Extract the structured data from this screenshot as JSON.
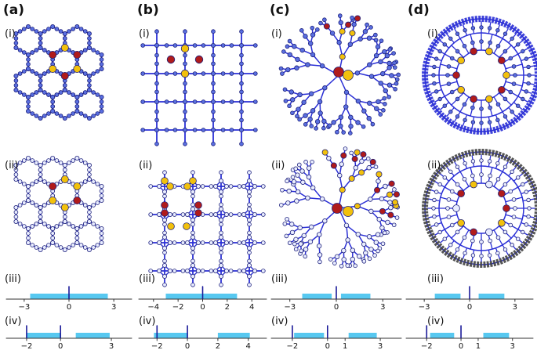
{
  "columns": [
    {
      "label": "(a)",
      "sub": [
        "(i)",
        "(ii)",
        "(iii)",
        "(iv)"
      ],
      "axis3": {
        "ticks": [
          "−3",
          "0",
          "3"
        ],
        "tick_values": [
          -3,
          0,
          3
        ],
        "bands": [
          [
            -2.6,
            2.6
          ]
        ],
        "marker": 0
      },
      "axis4": {
        "ticks": [
          "−2",
          "0",
          "3"
        ],
        "tick_values": [
          -2,
          0,
          3
        ],
        "bands": [
          [
            -2.0,
            0.0
          ],
          [
            0.9,
            2.9
          ]
        ],
        "marker": 0,
        "marker2": -2
      }
    },
    {
      "label": "(b)",
      "sub": [
        "(i)",
        "(ii)",
        "(iii)",
        "(iv)"
      ],
      "axis3": {
        "ticks": [
          "−4",
          "−2",
          "0",
          "2",
          "4"
        ],
        "tick_values": [
          -4,
          -2,
          0,
          2,
          4
        ],
        "bands": [
          [
            -3.0,
            2.8
          ]
        ],
        "marker": 0
      },
      "axis4": {
        "ticks": [
          "−2",
          "0",
          "2",
          "4"
        ],
        "tick_values": [
          -2,
          0,
          2,
          4
        ],
        "bands": [
          [
            -2.2,
            0.0
          ],
          [
            2.0,
            4.1
          ]
        ],
        "marker": 0,
        "marker2": -2
      }
    },
    {
      "label": "(c)",
      "sub": [
        "(i)",
        "(ii)",
        "(iii)",
        "(iv)"
      ],
      "axis3": {
        "ticks": [
          "−3",
          "0",
          "3"
        ],
        "tick_values": [
          -3,
          0,
          3
        ],
        "bands": [
          [
            -2.2,
            -0.3
          ],
          [
            0.3,
            2.2
          ]
        ],
        "marker": 0
      },
      "axis4": {
        "ticks": [
          "−2",
          "0",
          "1",
          "3"
        ],
        "tick_values": [
          -2,
          0,
          1,
          3
        ],
        "bands": [
          [
            -1.9,
            -0.2
          ],
          [
            1.2,
            2.8
          ]
        ],
        "marker": 0,
        "marker2": -2
      }
    },
    {
      "label": "(d)",
      "sub": [
        "(i)",
        "(ii)",
        "(iii)",
        "(iv)"
      ],
      "axis3": {
        "ticks": [
          "−3",
          "0",
          "3"
        ],
        "tick_values": [
          -3,
          0,
          3
        ],
        "bands": [
          [
            -2.3,
            -0.6
          ],
          [
            0.6,
            2.3
          ]
        ],
        "marker": 0
      },
      "axis4": {
        "ticks": [
          "−2",
          "0",
          "1",
          "3"
        ],
        "tick_values": [
          -2,
          0,
          1,
          3
        ],
        "bands": [
          [
            -1.8,
            -0.4
          ],
          [
            1.3,
            2.8
          ]
        ],
        "marker": 0,
        "marker2": -2
      }
    }
  ],
  "colors": {
    "edge": "#2a2fd6",
    "node_blue": "#5a6fe0",
    "node_light": "#e8ecff",
    "node_red": "#b01b1b",
    "node_yellow": "#f2c10c",
    "band": "#57c8f0",
    "axis": "#333333",
    "marker": "#1a1a99"
  }
}
